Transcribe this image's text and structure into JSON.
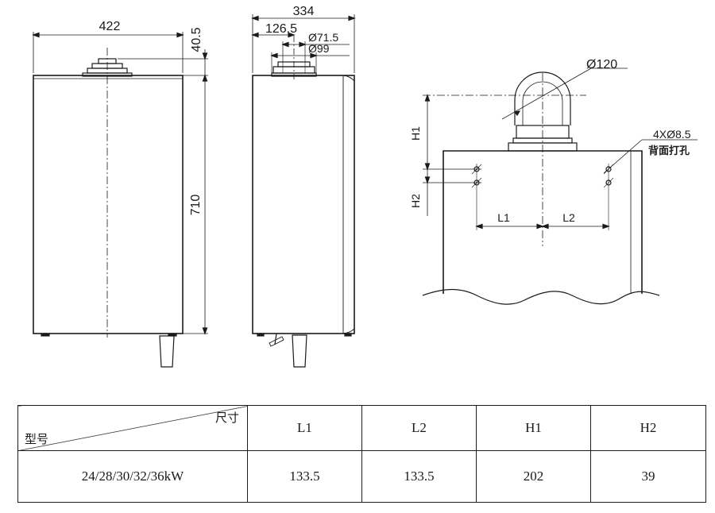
{
  "front_view": {
    "width": "422",
    "flue_height": "40.5",
    "height": "710"
  },
  "side_view": {
    "depth": "334",
    "flue_offset": "126.5",
    "inner_diameter": "Ø71.5",
    "outer_diameter": "Ø99"
  },
  "detail_view": {
    "pipe_diameter": "Ø120",
    "hole_spec": "4XØ8.5",
    "hole_note": "背面打孔",
    "h1_label": "H1",
    "h2_label": "H2",
    "l1_label": "L1",
    "l2_label": "L2"
  },
  "table": {
    "corner_top": "尺寸",
    "corner_bottom": "型号",
    "headers": [
      "L1",
      "L2",
      "H1",
      "H2"
    ],
    "rows": [
      {
        "model": "24/28/30/32/36kW",
        "values": [
          "133.5",
          "133.5",
          "202",
          "39"
        ]
      }
    ]
  }
}
